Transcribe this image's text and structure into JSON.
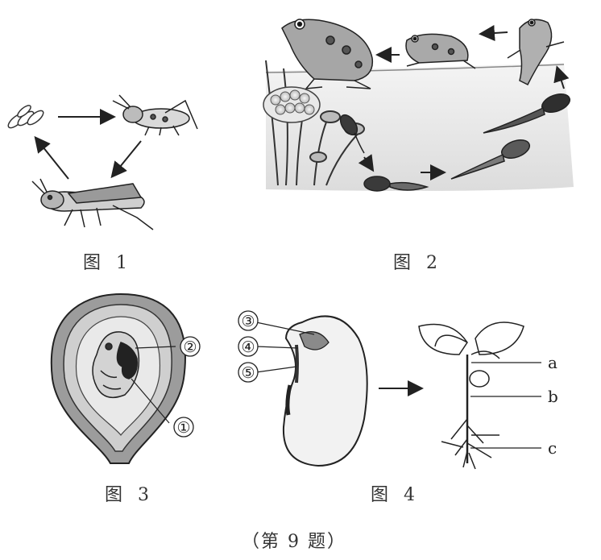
{
  "figures": {
    "fig1": {
      "caption": "图 1"
    },
    "fig2": {
      "caption": "图 2"
    },
    "fig3": {
      "caption": "图 3",
      "markers": [
        "②",
        "①"
      ]
    },
    "fig4": {
      "caption": "图 4",
      "seed_markers": [
        "③",
        "④",
        "⑤"
      ],
      "plant_labels": [
        "a",
        "b",
        "c"
      ]
    }
  },
  "question_label": "（第 9 题）"
}
